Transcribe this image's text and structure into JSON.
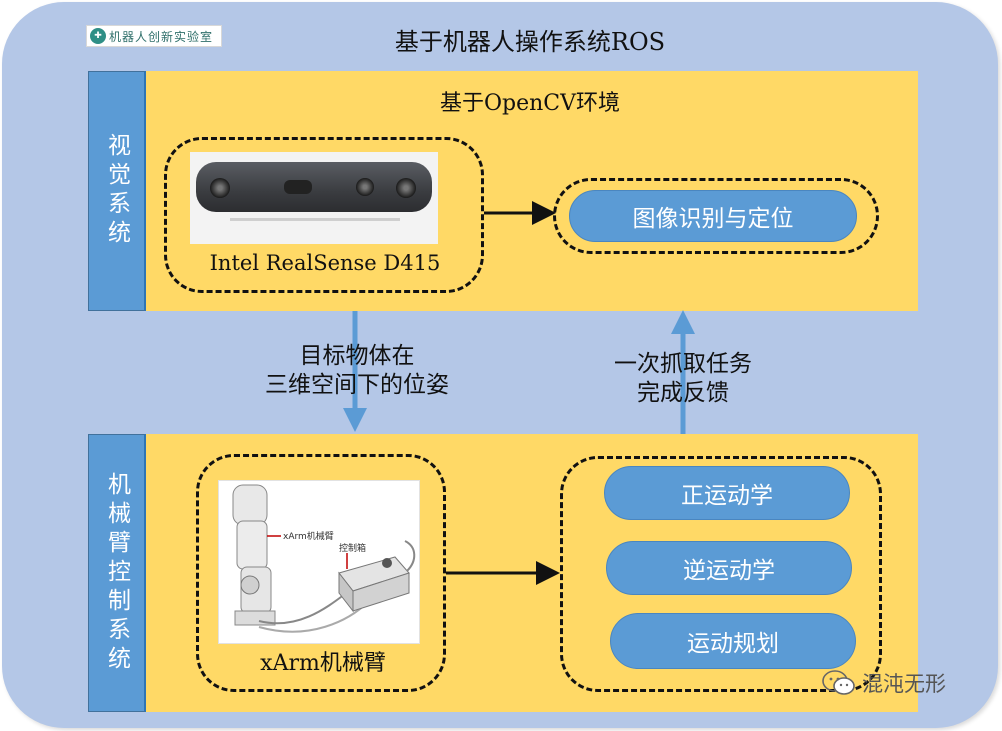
{
  "title": "基于机器人操作系统ROS",
  "lab_logo": {
    "text": "机器人创新实验室",
    "icon": "lab-logo-icon"
  },
  "vision_panel": {
    "side_label": "视觉系统",
    "env_title": "基于OpenCV环境",
    "camera_caption": "Intel RealSense D415",
    "recognition_label": "图像识别与定位"
  },
  "arm_panel": {
    "side_label": "机械臂控制系统",
    "arm_caption": "xArm机械臂",
    "arm_image_labels": {
      "arm": "xArm机械臂",
      "controller": "控制箱"
    },
    "modules": [
      "正运动学",
      "逆运动学",
      "运动规划"
    ]
  },
  "flows": {
    "down_label_line1": "目标物体在",
    "down_label_line2": "三维空间下的位姿",
    "up_label_line1": "一次抓取任务",
    "up_label_line2": "完成反馈"
  },
  "watermark": {
    "text": "混沌无形",
    "icon": "wechat-icon"
  },
  "colors": {
    "outer_bg": "#b4c7e7",
    "panel_bg": "#ffd966",
    "accent_blue": "#5b9bd5",
    "arrow_blue": "#5b9bd5"
  }
}
